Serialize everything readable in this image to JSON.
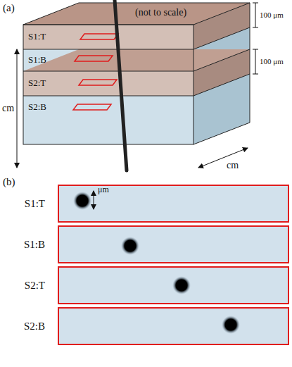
{
  "diagram": {
    "nodes": [
      {
        "text": [
          "S1:T"
        ]
      },
      {
        "text": [
          "S1:B"
        ]
      },
      {
        "text": [
          "S2:T"
        ]
      },
      {
        "text": [
          "S2:B"
        ]
      }
    ],
    "labels": [
      "(a)",
      "(not to scale)",
      "100 μm",
      "100 μm",
      "S1:T",
      "S1:B",
      "S2:T",
      "S2:B",
      "cm",
      "cm",
      "(b)",
      "μm"
    ]
  }
}
